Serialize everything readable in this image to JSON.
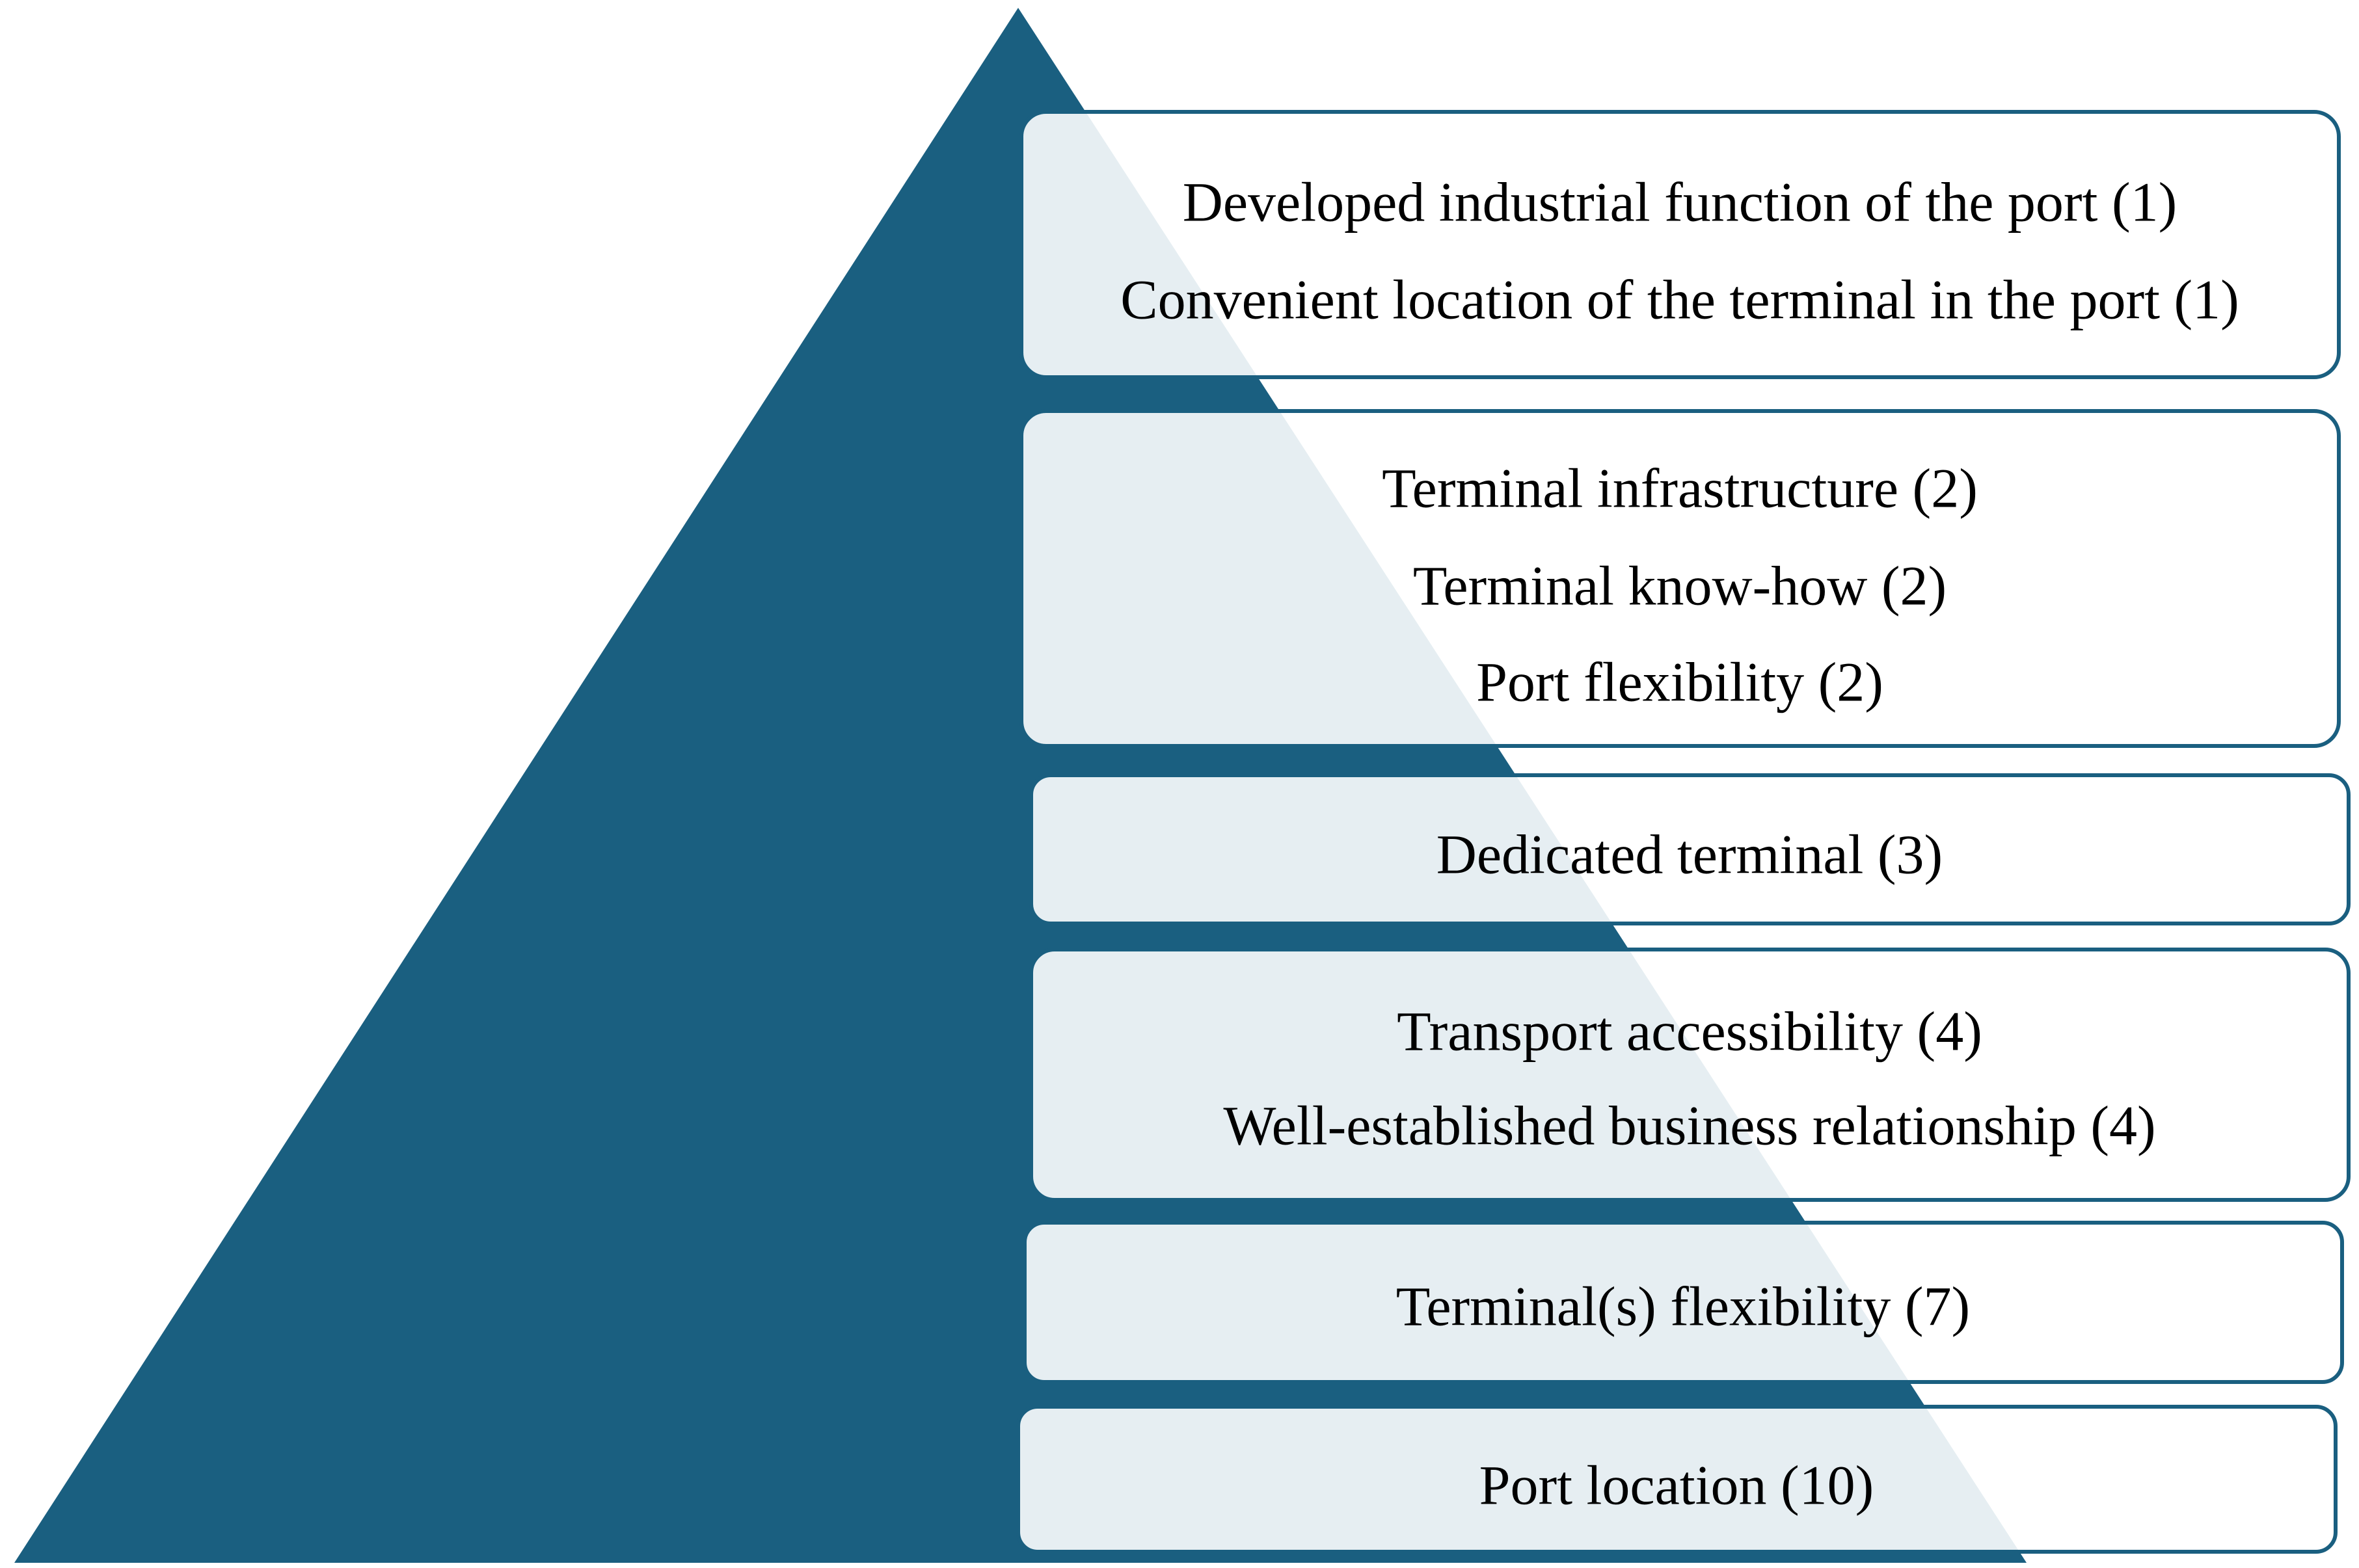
{
  "colors": {
    "pyramid": "#1a5f80",
    "box_border": "#1a5f80",
    "box_fill": "#ffffff",
    "box_fill_overlap": "#e6eef2",
    "text": "#000000"
  },
  "tiers": [
    {
      "lines": [
        "Developed industrial function of the port (1)",
        "Convenient location of the terminal in the port (1)"
      ]
    },
    {
      "lines": [
        "Terminal infrastructure (2)",
        "Terminal know-how (2)",
        "Port flexibility (2)"
      ]
    },
    {
      "lines": [
        "Dedicated terminal (3)"
      ]
    },
    {
      "lines": [
        "Transport accessibility (4)",
        "Well-established business relationship (4)"
      ]
    },
    {
      "lines": [
        "Terminal(s) flexibility (7)"
      ]
    },
    {
      "lines": [
        "Port location (10)"
      ]
    }
  ]
}
